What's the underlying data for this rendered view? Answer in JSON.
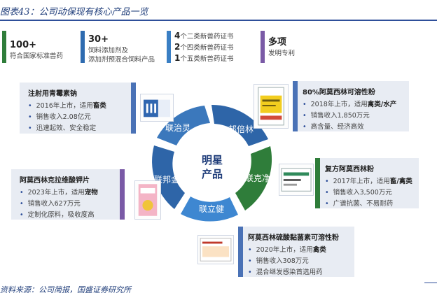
{
  "header": {
    "title": "图表43：公司动保现有核心产品一览"
  },
  "stats": [
    {
      "big": "100+",
      "small": "符合国家标准兽药"
    },
    {
      "big": "30+",
      "small1": "饲料添加剂及",
      "small2": "添加剂预混合饲料产品"
    },
    {
      "rows": [
        {
          "num": "4",
          "text": "个二类新兽药证书"
        },
        {
          "num": "2",
          "text": "个四类新兽药证书"
        },
        {
          "num": "1",
          "text": "个五类新兽药证书"
        }
      ]
    },
    {
      "big": "多项",
      "small": "发明专利"
    }
  ],
  "wheel": {
    "center1": "明星",
    "center2": "产品",
    "segments": [
      "联治灵",
      "邦倍林",
      "联克净",
      "联立健",
      "联邦金"
    ]
  },
  "cards": {
    "c1": {
      "title": "注射用青霉素钠",
      "l1": "2016年上市，适用",
      "b1": "畜类",
      "l2": "销售收入2.08亿元",
      "l3": "迅速起效、安全稳定"
    },
    "c2": {
      "title": "80%阿莫西林可溶性粉",
      "l1": "2018年上市，适用",
      "b1": "禽类/水产",
      "l2": "销售收入1,850万元",
      "l3": "高含量、经济高效"
    },
    "c3": {
      "title": "阿莫西林克拉维酸钾片",
      "l1": "2023年上市，适用",
      "b1": "宠物",
      "l2": "销售收入627万元",
      "l3": "定制化原料，吸收度高"
    },
    "c4": {
      "title": "复方阿莫西林粉",
      "l1": "2017年上市，适用",
      "b1": "畜/禽类",
      "l2": "销售收入3,500万元",
      "l3": "广谱抗菌、不易耐药"
    },
    "c5": {
      "title": "阿莫西林硫酸黏菌素可溶性粉",
      "l1": "2020年上市，适用",
      "b1": "禽类",
      "l2": "销售收入308万元",
      "l3": "混合继发感染首选用药"
    }
  },
  "footer": {
    "source": "资料来源：公司简报，国盛证券研究所"
  }
}
